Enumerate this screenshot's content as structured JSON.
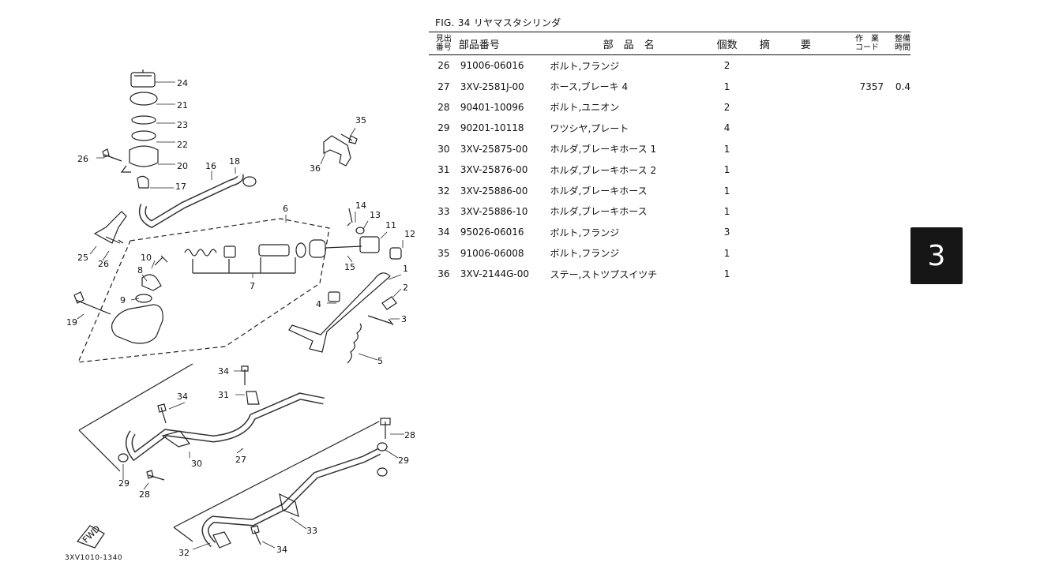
{
  "figure": {
    "title": "FIG. 34 リヤマスタシリンダ",
    "diagram_code": "3XV1010-1340",
    "fwd_label": "FWD",
    "section_tab": "3"
  },
  "table": {
    "headers": {
      "ref": "見出\n番号",
      "part_no": "部品番号",
      "name": "部　品　名",
      "qty": "個数",
      "remarks": "摘　　　要",
      "work_code": "作　業\nコード",
      "labor_time": "整備\n時間"
    },
    "rows": [
      {
        "ref": "26",
        "part_no": "91006-06016",
        "name": "ボルト,フランジ",
        "qty": "2",
        "code": "",
        "time": ""
      },
      {
        "ref": "27",
        "part_no": "3XV-2581J-00",
        "name": "ホース,ブレーキ 4",
        "qty": "1",
        "code": "7357",
        "time": "0.4"
      },
      {
        "ref": "28",
        "part_no": "90401-10096",
        "name": "ボルト,ユニオン",
        "qty": "2",
        "code": "",
        "time": ""
      },
      {
        "ref": "29",
        "part_no": "90201-10118",
        "name": "ワツシヤ,プレート",
        "qty": "4",
        "code": "",
        "time": ""
      },
      {
        "ref": "30",
        "part_no": "3XV-25875-00",
        "name": "ホルダ,ブレーキホース 1",
        "qty": "1",
        "code": "",
        "time": ""
      },
      {
        "ref": "31",
        "part_no": "3XV-25876-00",
        "name": "ホルダ,ブレーキホース 2",
        "qty": "1",
        "code": "",
        "time": ""
      },
      {
        "ref": "32",
        "part_no": "3XV-25886-00",
        "name": "ホルダ,ブレーキホース",
        "qty": "1",
        "code": "",
        "time": ""
      },
      {
        "ref": "33",
        "part_no": "3XV-25886-10",
        "name": "ホルダ,ブレーキホース",
        "qty": "1",
        "code": "",
        "time": ""
      },
      {
        "ref": "34",
        "part_no": "95026-06016",
        "name": "ボルト,フランジ",
        "qty": "3",
        "code": "",
        "time": ""
      },
      {
        "ref": "35",
        "part_no": "91006-06008",
        "name": "ボルト,フランジ",
        "qty": "1",
        "code": "",
        "time": ""
      },
      {
        "ref": "36",
        "part_no": "3XV-2144G-00",
        "name": "ステー,ストツプスイツチ",
        "qty": "1",
        "code": "",
        "time": ""
      }
    ]
  },
  "callouts": [
    "24",
    "21",
    "23",
    "22",
    "20",
    "26",
    "17",
    "16",
    "18",
    "35",
    "36",
    "6",
    "14",
    "13",
    "11",
    "12",
    "25",
    "26",
    "10",
    "8",
    "15",
    "7",
    "1",
    "9",
    "2",
    "4",
    "19",
    "3",
    "5",
    "34",
    "31",
    "34",
    "28",
    "30",
    "27",
    "29",
    "29",
    "28",
    "33",
    "32",
    "34"
  ]
}
